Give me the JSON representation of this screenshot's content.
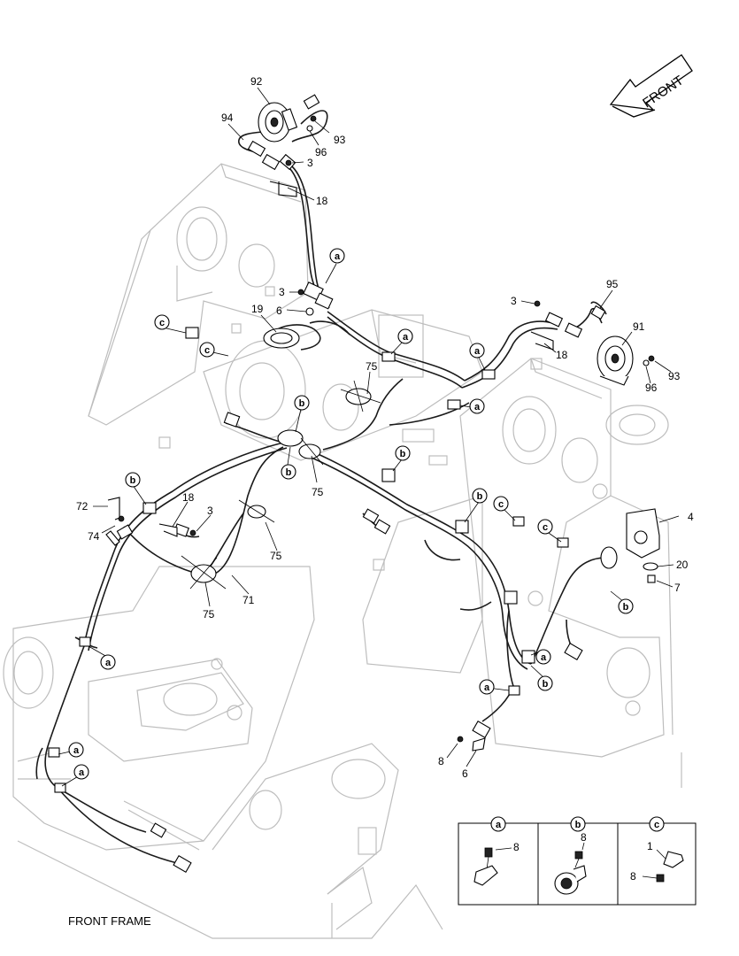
{
  "title": "FRONT FRAME",
  "direction_label": "FRONT",
  "callouts": {
    "c92": "92",
    "c94": "94",
    "c93a": "93",
    "c96a": "96",
    "c3a": "3",
    "c18a": "18",
    "c3b": "3",
    "c6a": "6",
    "c19": "19",
    "c95": "95",
    "c3c": "3",
    "c91": "91",
    "c18b": "18",
    "c96b": "96",
    "c93b": "93",
    "c75a": "75",
    "c75b": "75",
    "c75c": "75",
    "c75d": "75",
    "c72": "72",
    "c18c": "18",
    "c3d": "3",
    "c74": "74",
    "c71": "71",
    "c4": "4",
    "c20": "20",
    "c7": "7",
    "c8a": "8",
    "c6b": "6"
  },
  "circle_labels": {
    "a1": "a",
    "a2": "a",
    "a3": "a",
    "a4": "a",
    "a5": "a",
    "a6": "a",
    "a7": "a",
    "a8": "a",
    "b1": "b",
    "b2": "b",
    "b3": "b",
    "b4": "b",
    "b5": "b",
    "b6": "b",
    "b7": "b",
    "c1": "c",
    "c2": "c",
    "c3": "c",
    "c4": "c"
  },
  "detail_table": {
    "headers": [
      "a",
      "b",
      "c"
    ],
    "a_part": "8",
    "b_part": "8",
    "c_parts": [
      "1",
      "8"
    ]
  }
}
